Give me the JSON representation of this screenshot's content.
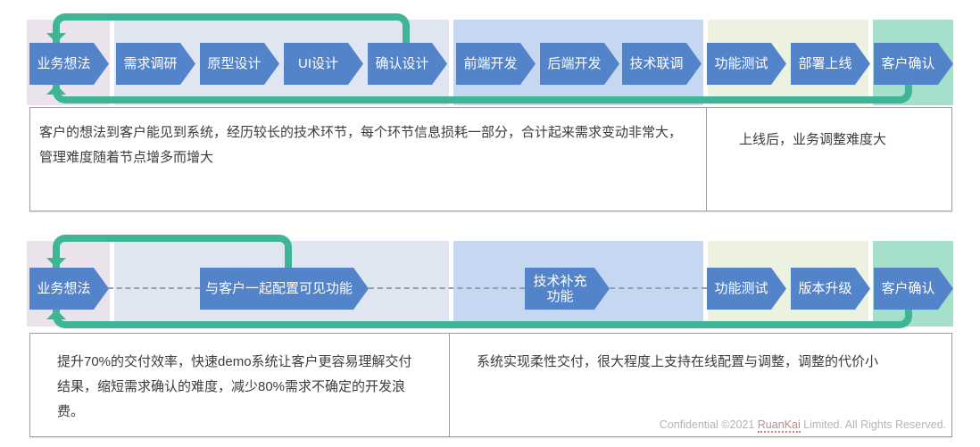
{
  "flow1": {
    "steps": [
      "业务想法",
      "需求调研",
      "原型设计",
      "UI设计",
      "确认设计",
      "前端开发",
      "后端开发",
      "技术联调",
      "功能测试",
      "部署上线",
      "客户确认"
    ],
    "note_left": "客户的想法到客户能见到系统，经历较长的技术环节，每个环节信息损耗一部分，合计起来需求变动非常大，管理难度随着节点增多而增大",
    "note_right": "上线后，业务调整难度大"
  },
  "flow2": {
    "steps": [
      "业务想法",
      "与客户一起配置可见功能",
      "技术补充功能",
      "功能测试",
      "版本升级",
      "客户确认"
    ],
    "note_left": "提升70%的交付效率，快速demo系统让客户更容易理解交付结果，缩短需求确认的难度，减少80%需求不确定的开发浪费。",
    "note_right": "系统实现柔性交付，很大程度上支持在线配置与调整，调整的代价小"
  },
  "footer": {
    "prefix": "Confidential ©2021 ",
    "brand": "RuanKai",
    "suffix": " Limited. All Rights Reserved."
  },
  "colors": {
    "step_arrow_blue": "#5383c9",
    "feedback_teal": "#3fb597",
    "phase_idea": "#eae3ec",
    "phase_design": "#dfe6f2",
    "phase_development": "#c6d8f1",
    "phase_testing": "#edf1e0",
    "phase_confirm": "#a6e0cb"
  }
}
